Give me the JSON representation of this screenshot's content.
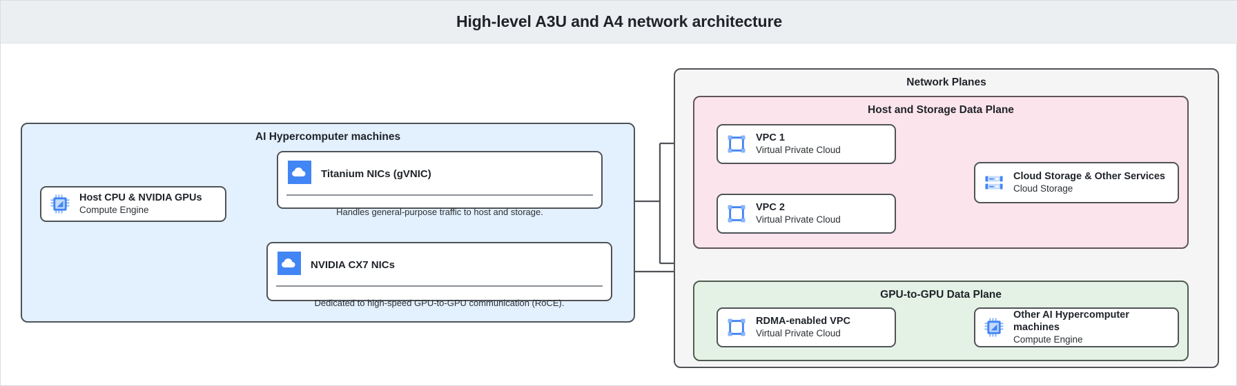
{
  "header": {
    "title": "High-level A3U and A4 network architecture"
  },
  "groups": {
    "machines": {
      "label": "AI Hypercomputer machines"
    },
    "planes": {
      "label": "Network Planes"
    },
    "host_storage": {
      "label": "Host and Storage Data Plane"
    },
    "gpu_to_gpu": {
      "label": "GPU-to-GPU Data Plane"
    }
  },
  "nodes": {
    "host_cpu": {
      "title": "Host CPU & NVIDIA GPUs",
      "sub": "Compute Engine",
      "icon": "cpu-chip-icon"
    },
    "titanium": {
      "title": "Titanium NICs (gVNIC)",
      "caption": "Handles general-purpose traffic to host and storage.",
      "icon": "cloud-icon"
    },
    "cx7": {
      "title": "NVIDIA CX7 NICs",
      "caption": "Dedicated to high-speed GPU-to-GPU communication (RoCE).",
      "icon": "cloud-icon"
    },
    "vpc1": {
      "title": "VPC 1",
      "sub": "Virtual Private Cloud",
      "icon": "vpc-icon"
    },
    "vpc2": {
      "title": "VPC 2",
      "sub": "Virtual Private Cloud",
      "icon": "vpc-icon"
    },
    "cloud_storage": {
      "title": "Cloud Storage & Other Services",
      "sub": "Cloud Storage",
      "icon": "storage-icon"
    },
    "rdma_vpc": {
      "title": "RDMA-enabled VPC",
      "sub": "Virtual Private Cloud",
      "icon": "vpc-icon"
    },
    "other_machines": {
      "title": "Other AI Hypercomputer machines",
      "sub": "Compute Engine",
      "icon": "cpu-chip-icon"
    }
  },
  "colors": {
    "header_bg": "#eceff1",
    "machines_bg": "#e3f0fd",
    "planes_bg": "#f5f5f5",
    "host_storage_bg": "#fbe4ec",
    "gpu_plane_bg": "#e4f2e6",
    "stroke": "#4f5256",
    "icon_blue": "#4285f4",
    "icon_blue_light": "#8ab4f8",
    "text": "#1f2329"
  }
}
